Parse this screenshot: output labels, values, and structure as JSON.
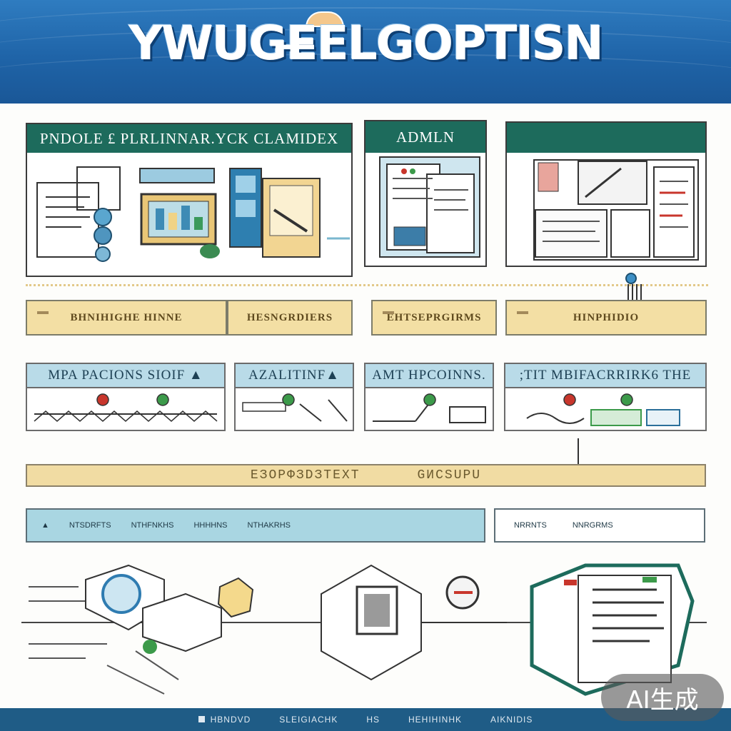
{
  "banner": {
    "title": "YWUGE̶ELGOPTISN"
  },
  "panels": [
    {
      "title": "PNDOLE £ PLRLINNAR.YCK CLAMIDEX"
    },
    {
      "title": "ADMLN"
    },
    {
      "title": ""
    }
  ],
  "yellow_bars": [
    {
      "label": "BHNIHIGHE HINNE"
    },
    {
      "label": "HESNGRDIERS"
    },
    {
      "label": "EHTSEPRGIRMS"
    },
    {
      "label": "HINPHIDIO"
    }
  ],
  "metric_cards": [
    {
      "title": "MPA PACIONS SIOIF ▲"
    },
    {
      "title": "AZALITINF▲"
    },
    {
      "title": "AMT HPCOINNS."
    },
    {
      "title": ";TIT MBIFACRRIRK6 THE"
    }
  ],
  "status_bar": {
    "left": "EЗОРФЗDЗТЕХТ",
    "right": "GИCSUPU"
  },
  "info_bars": [
    {
      "items": [
        "▲",
        "NTSDRFTS",
        "NTHFNKHS",
        "HHHHNS",
        "NTHAKRHS"
      ]
    },
    {
      "items": [
        "NRRNTS",
        "NNRGRMS"
      ]
    }
  ],
  "footer": {
    "items": [
      "HBNDVD",
      "SLEIGIACHK",
      "HS",
      "HEHIHINHK",
      "AIKNIDIS"
    ]
  },
  "watermark": "AI生成",
  "colors": {
    "banner_blue": "#1f64a8",
    "panel_header_green": "#1d6b5c",
    "card_header_cyan": "#b9dbe8",
    "bar_yellow": "#f3dfa4",
    "status_red": "#c8362c",
    "status_green": "#3c9a4a"
  }
}
